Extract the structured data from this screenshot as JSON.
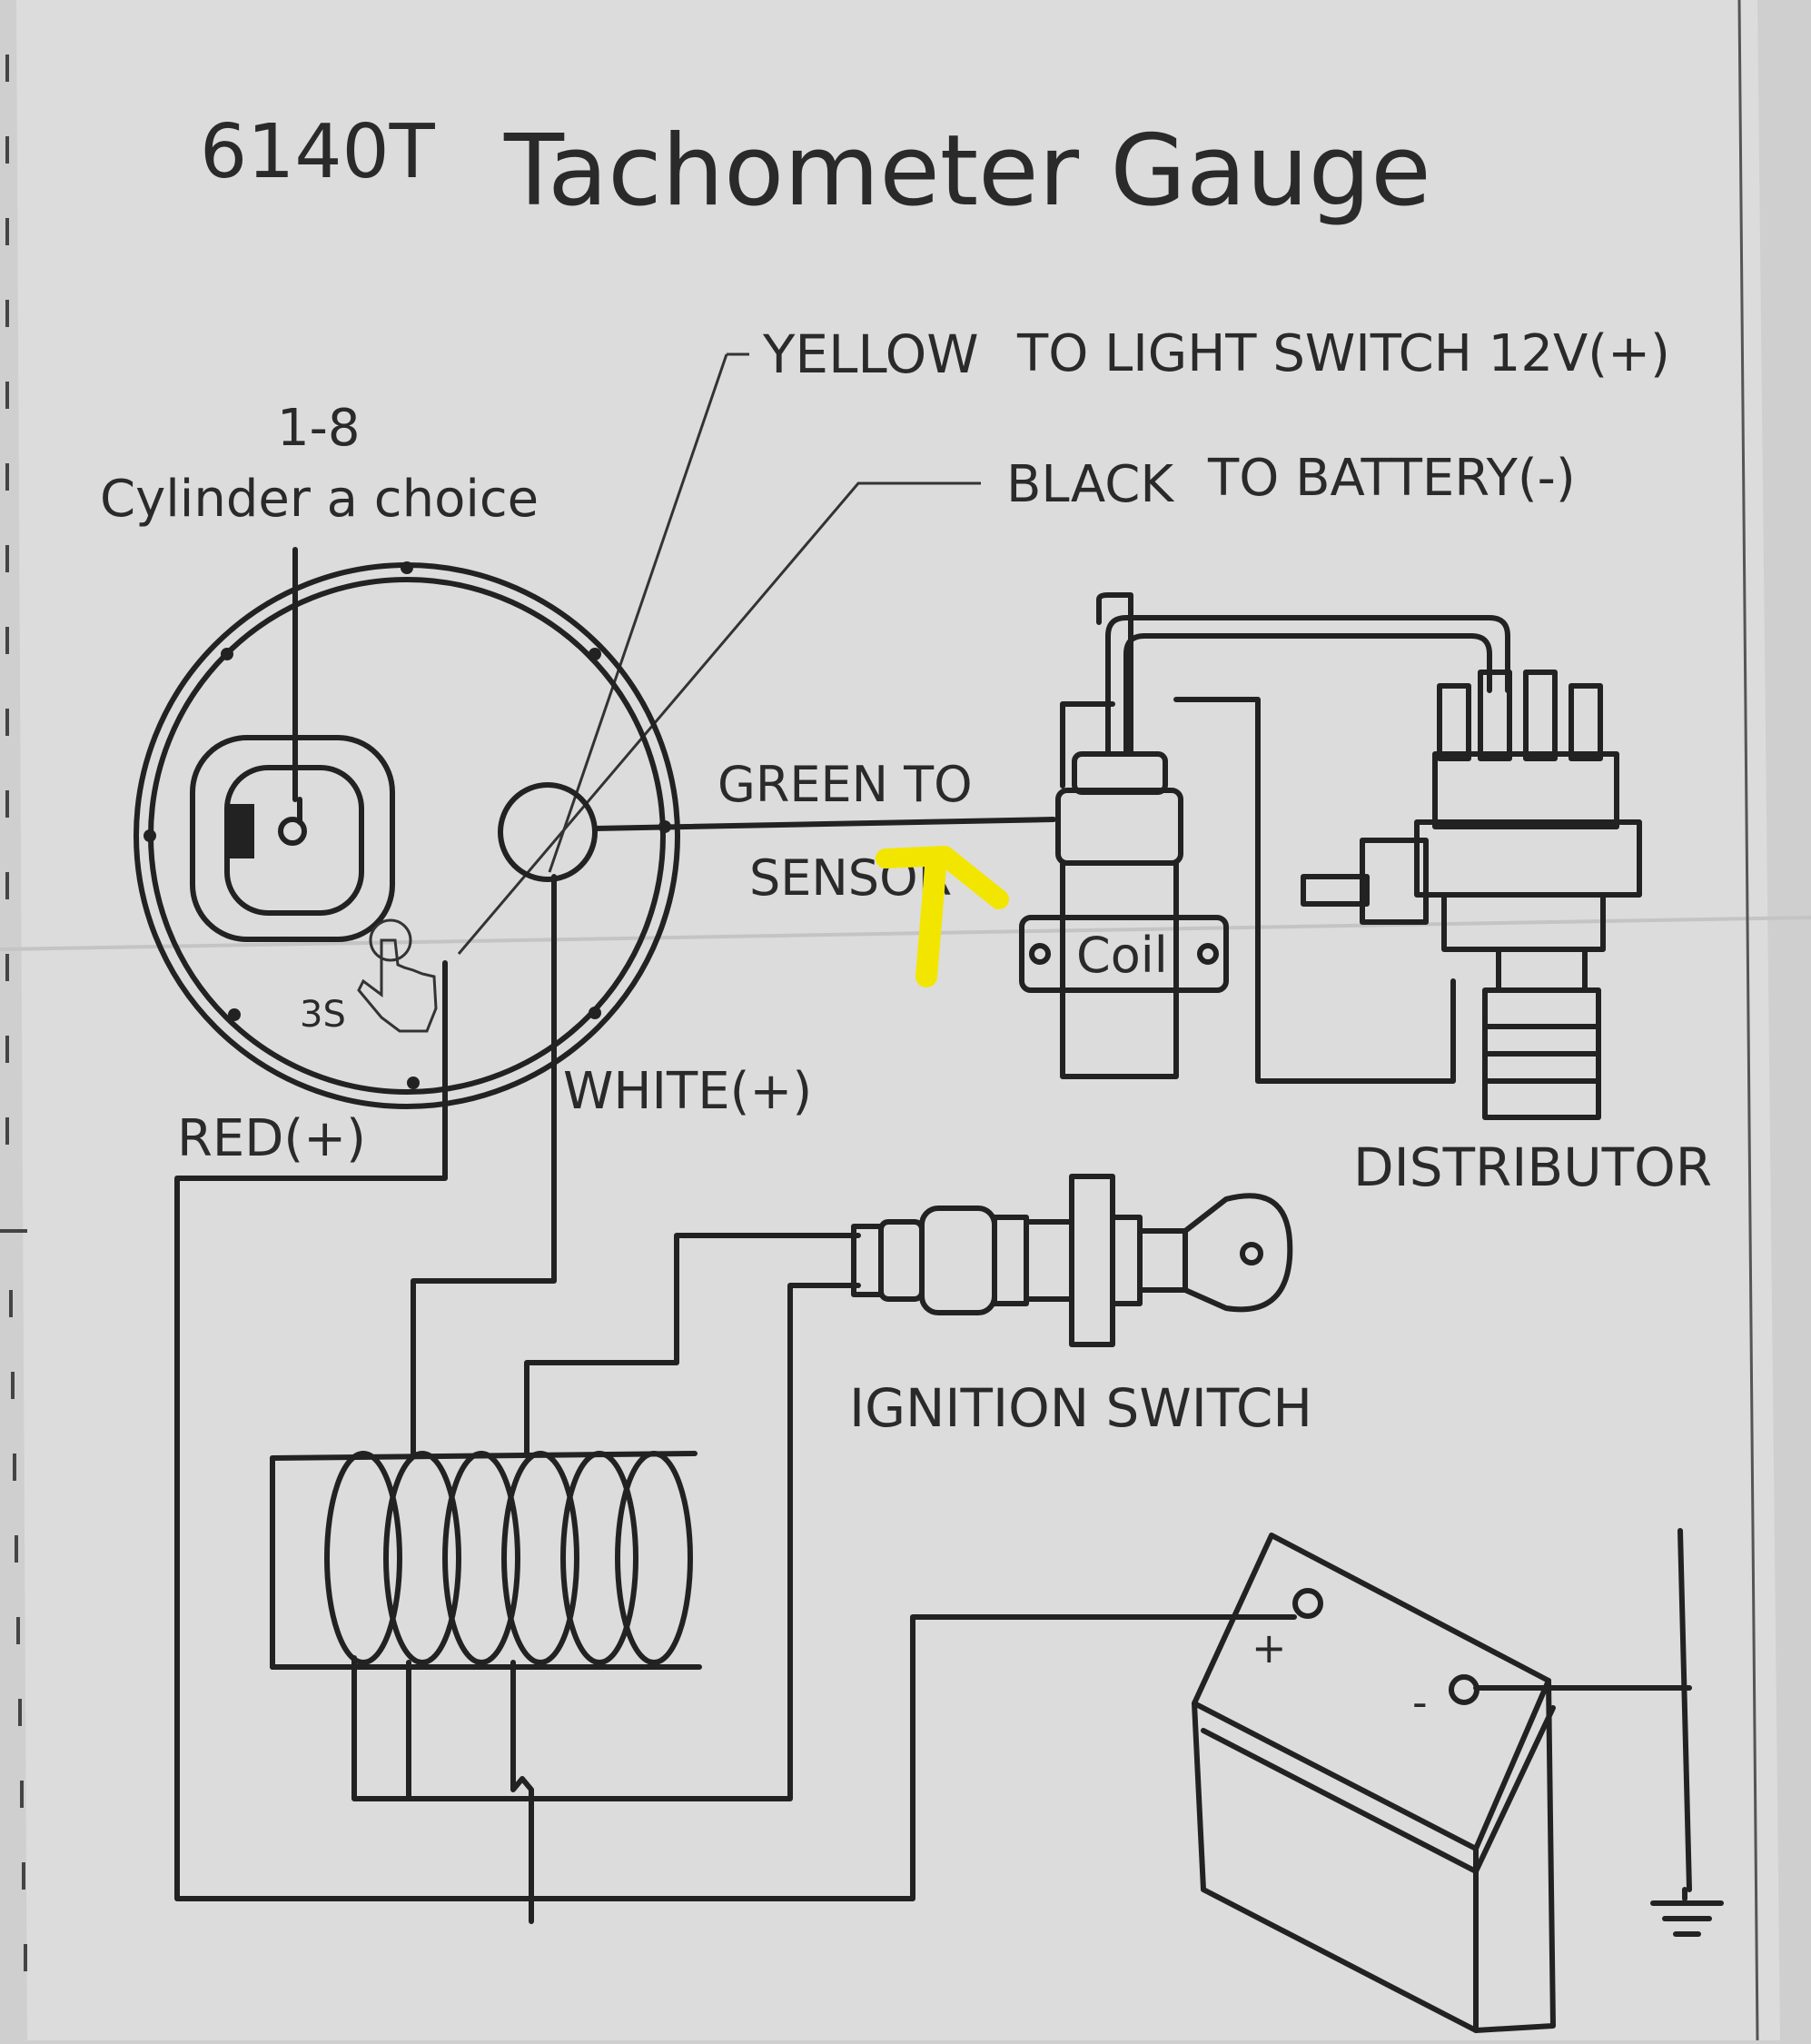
{
  "title": {
    "model": "6140T",
    "name": "Tachometer Gauge"
  },
  "labels": {
    "yellow": "YELLOW",
    "yellow_desc": "TO LIGHT SWITCH 12V(+)",
    "black": "BLACK",
    "black_desc": "TO BATTERY(-)",
    "cylinder_range": "1-8",
    "cylinder_choice": "Cylinder a choice",
    "green_line1": "GREEN TO",
    "green_line2": "SENSOR",
    "coil": "Coil",
    "press_time": "3S",
    "red": "RED(+)",
    "white": "WHITE(+)",
    "distributor": "DISTRIBUTOR",
    "ignition_switch": "IGNITION SWITCH",
    "battery_plus": "+",
    "battery_minus": "-"
  },
  "colors": {
    "paper": "#dcdcdc",
    "ink": "#222222",
    "highlight_arrow": "#f2e600"
  }
}
